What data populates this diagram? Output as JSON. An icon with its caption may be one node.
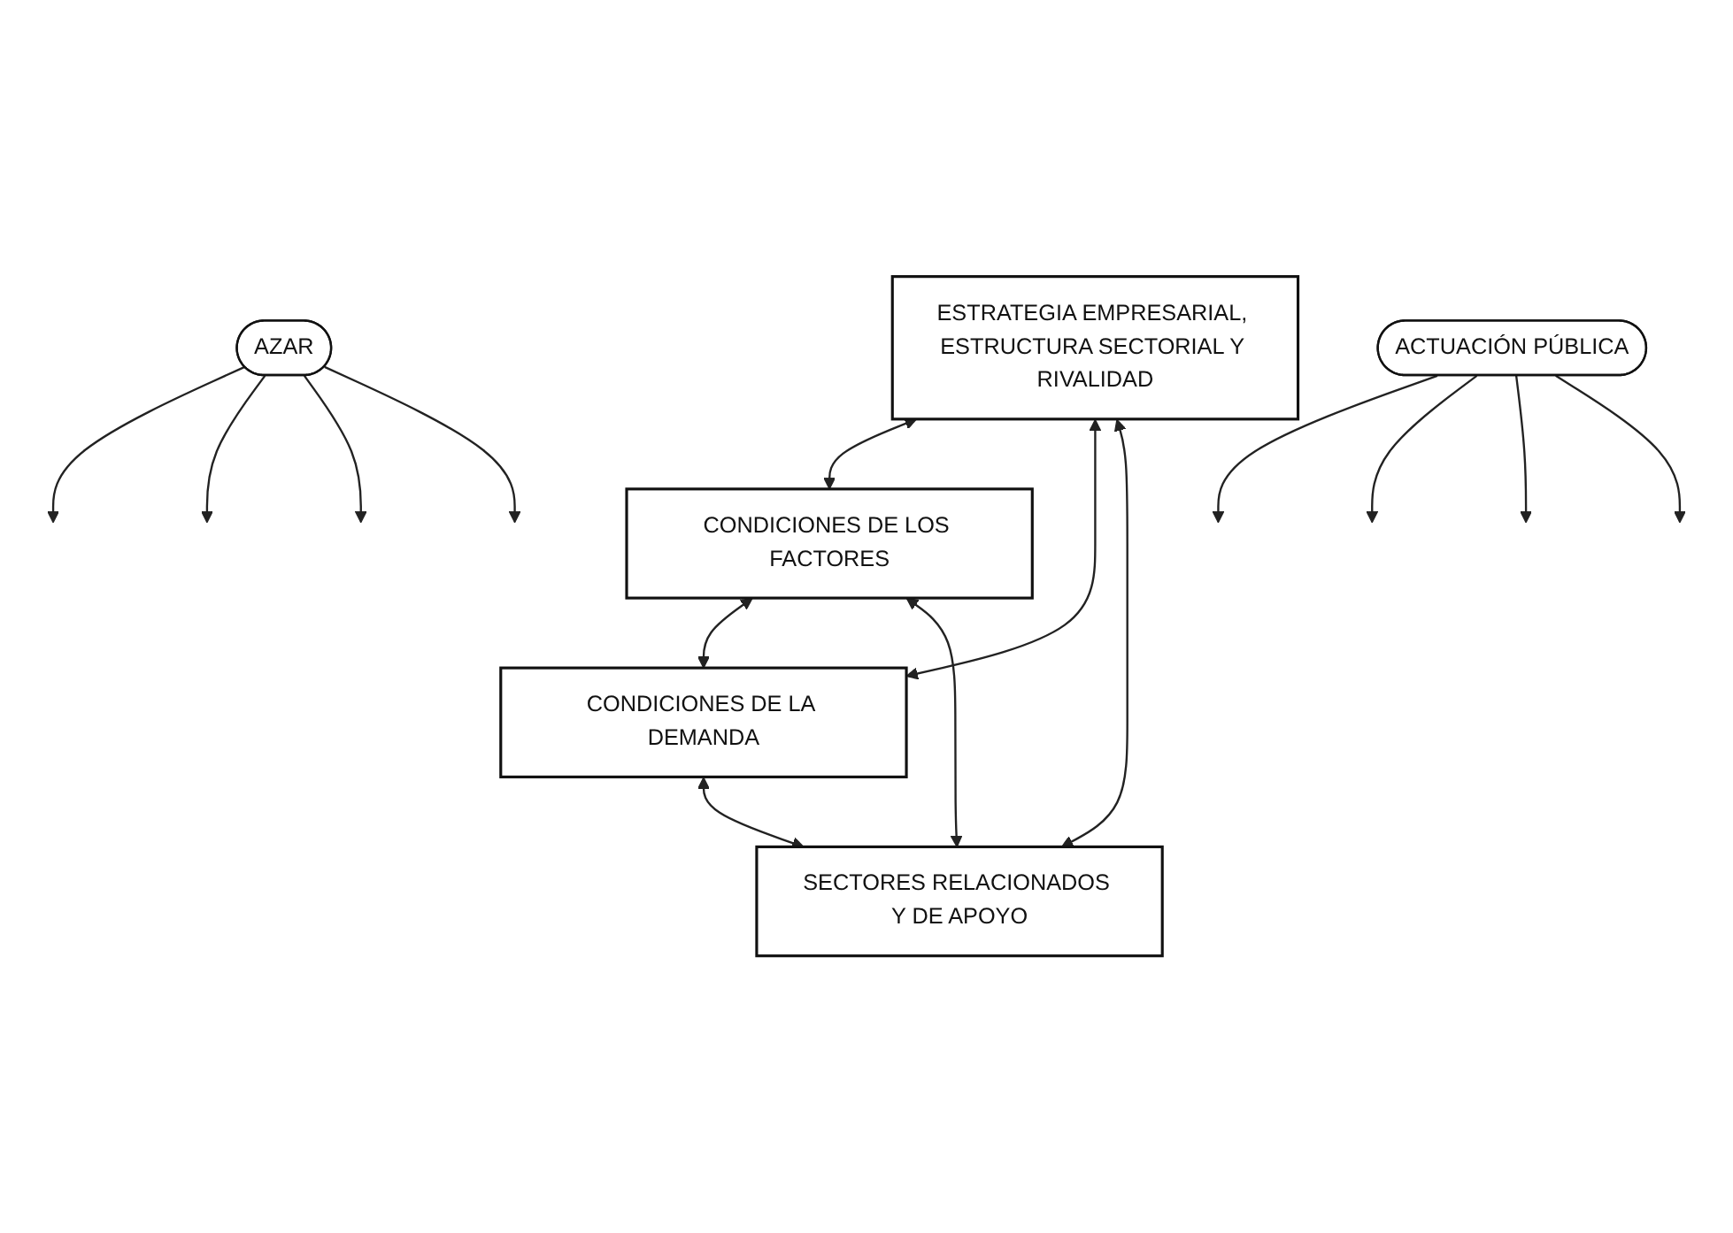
{
  "diagram": {
    "nodes": [
      {
        "text": [
          "AZAR"
        ]
      },
      {
        "text": [
          "ESTRATEGIA EMPRESARIAL, ESTRUCTURA SECTORIAL Y RIVALIDAD"
        ]
      },
      {
        "text": [
          "CONDICIONES DE LOS FACTORES"
        ]
      },
      {
        "text": [
          "CONDICIONES DE LA DEMANDA"
        ]
      },
      {
        "text": [
          "SECTORES RELACIONADOS Y DE APOYO"
        ]
      },
      {
        "text": [
          "ACTUACIÓN PÚBLICA"
        ]
      }
    ],
    "edges": [
      {
        "from": 0,
        "to": null,
        "arrow": "to"
      },
      {
        "from": 0,
        "to": null,
        "arrow": "to"
      },
      {
        "from": 0,
        "to": null,
        "arrow": "to"
      },
      {
        "from": 0,
        "to": null,
        "arrow": "to"
      },
      {
        "from": 1,
        "to": 2,
        "arrow": "both"
      },
      {
        "from": 1,
        "to": 3,
        "arrow": "both"
      },
      {
        "from": 1,
        "to": 4,
        "arrow": "both"
      },
      {
        "from": 2,
        "to": 3,
        "arrow": "both"
      },
      {
        "from": 2,
        "to": 4,
        "arrow": "both"
      },
      {
        "from": 3,
        "to": 4,
        "arrow": "both"
      },
      {
        "from": 5,
        "to": null,
        "arrow": "to"
      },
      {
        "from": 5,
        "to": null,
        "arrow": "to"
      },
      {
        "from": 5,
        "to": null,
        "arrow": "to"
      },
      {
        "from": 5,
        "to": null,
        "arrow": "to"
      }
    ]
  }
}
